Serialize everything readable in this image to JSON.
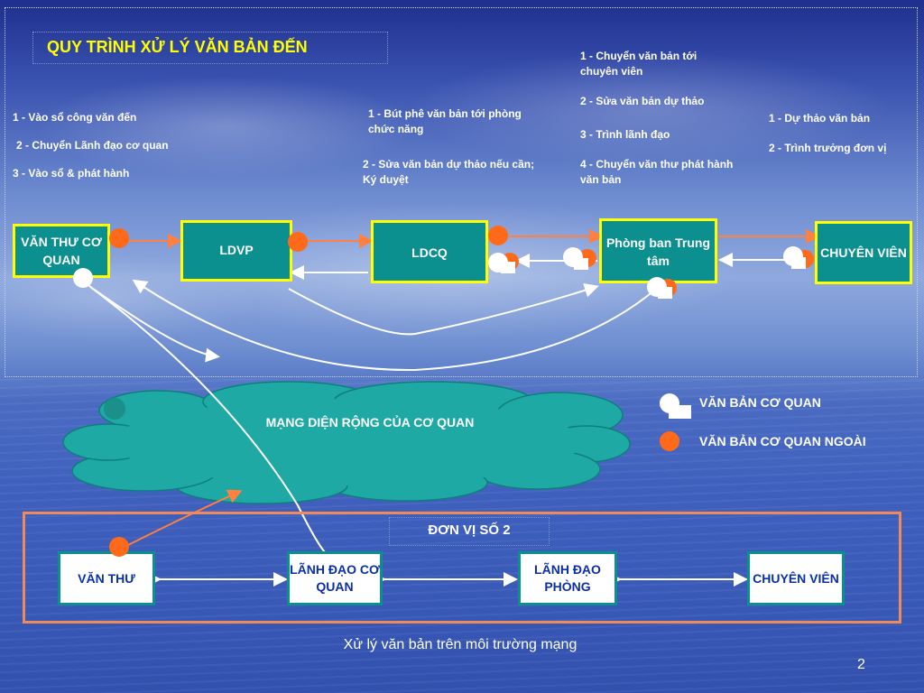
{
  "title": "QUY TRÌNH XỬ LÝ VĂN BẢN ĐẾN",
  "notes": {
    "van_thu": [
      "1 - Vào sổ công văn đến",
      "2 - Chuyển Lãnh đạo cơ quan",
      "3 - Vào sổ & phát hành"
    ],
    "ldcq": [
      "1 - Bút phê văn bản tới phòng chức năng",
      "2 - Sửa văn bản dự thảo nếu cần; Ký duyệt"
    ],
    "phong_ban": [
      "1 - Chuyển văn bản tới chuyên viên",
      "2 - Sửa văn bản dự thảo",
      "3 - Trình lãnh đạo",
      "4 - Chuyển văn thư phát hành văn bản"
    ],
    "chuyen_vien": [
      "1 - Dự thảo văn bản",
      "2 - Trình trưởng đơn vị"
    ]
  },
  "nodes": {
    "van_thu_cq": "VĂN THƯ CƠ QUAN",
    "ldvp": "LDVP",
    "ldcq": "LDCQ",
    "phong_ban": "Phòng ban Trung tâm",
    "chuyen_vien": "CHUYÊN VIÊN"
  },
  "network_label": "MẠNG DIỆN RỘNG CỦA CƠ QUAN",
  "legend": {
    "internal": "VĂN BẢN CƠ QUAN",
    "external": "VĂN BẢN CƠ QUAN NGOÀI"
  },
  "unit2": {
    "title": "ĐƠN VỊ SỐ 2",
    "van_thu": "VĂN THƯ",
    "lanh_dao_cq": "LÃNH ĐẠO CƠ QUAN",
    "lanh_dao_phong": "LÃNH ĐẠO PHÒNG",
    "chuyen_vien": "CHUYÊN VIÊN"
  },
  "footer": "Xử lý văn bản trên môi trường mạng",
  "page_number": "2",
  "colors": {
    "node_fill": "#0b8f8f",
    "title": "#ffff00",
    "external_doc": "#ff6a1a",
    "internal_doc": "#ffffff",
    "unit_frame": "#f08a5a"
  }
}
